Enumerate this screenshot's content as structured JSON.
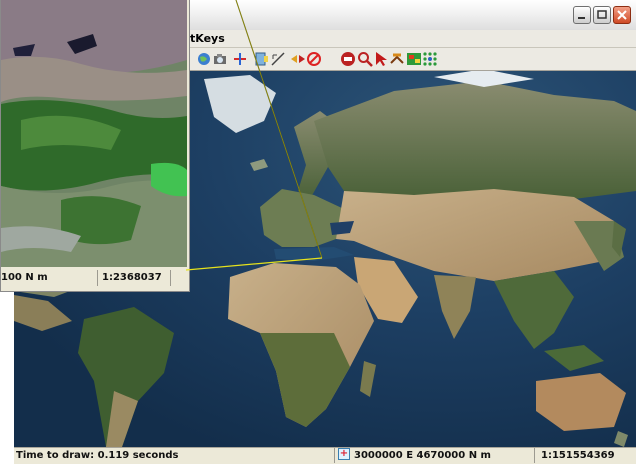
{
  "menu": {
    "visible_item": "tKeys"
  },
  "toolbar": {
    "tools": [
      "globe-icon",
      "camera-icon",
      "pan-arrows-icon",
      "selection-icon",
      "measure-icon",
      "arrows-icon",
      "stop-icon",
      "block-icon",
      "zoom-icon",
      "pointer-icon",
      "layers-icon",
      "image-icon",
      "grid-dots-icon"
    ]
  },
  "status": {
    "time_text": "Time to draw: 0.119 seconds",
    "coordinates": "3000000 E  4670000 N m",
    "scale": "1:151554369"
  },
  "inset": {
    "coordinates": "100 N m",
    "scale": "1:2368037"
  },
  "colors": {
    "ocean": "#1d3f63",
    "land_desert": "#b99f76",
    "land_forest": "#3e5a34",
    "callout_line": "#e5e01a"
  }
}
